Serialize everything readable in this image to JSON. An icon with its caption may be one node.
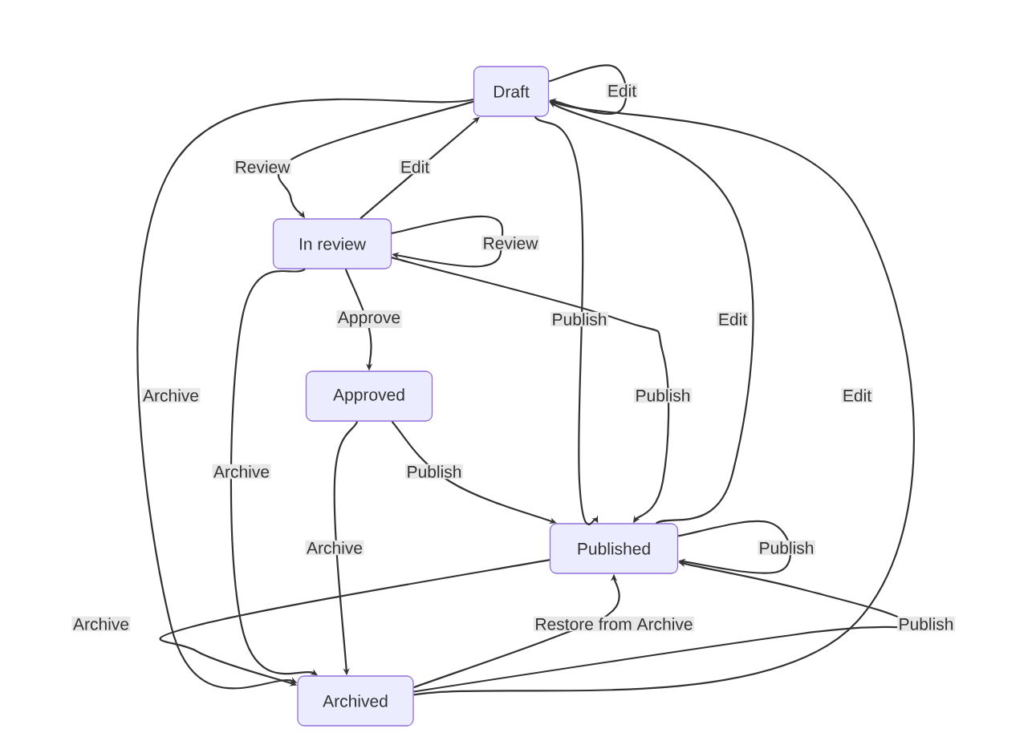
{
  "diagram": {
    "nodes": [
      {
        "text": [
          "Draft"
        ]
      },
      {
        "text": [
          "In review"
        ]
      },
      {
        "text": [
          "Approved"
        ]
      },
      {
        "text": [
          "Published"
        ]
      },
      {
        "text": [
          "Archived"
        ]
      }
    ],
    "edges": [
      {
        "from": 0,
        "to": 0,
        "arrow": "to",
        "label": "Edit"
      },
      {
        "from": 0,
        "to": 1,
        "arrow": "to",
        "label": "Review"
      },
      {
        "from": 1,
        "to": 0,
        "arrow": "to",
        "label": "Edit"
      },
      {
        "from": 1,
        "to": 1,
        "arrow": "to",
        "label": "Review"
      },
      {
        "from": 1,
        "to": 2,
        "arrow": "to",
        "label": "Approve"
      },
      {
        "from": 1,
        "to": 3,
        "arrow": "to",
        "label": "Publish"
      },
      {
        "from": 0,
        "to": 3,
        "arrow": "to",
        "label": "Publish"
      },
      {
        "from": 3,
        "to": 0,
        "arrow": "to",
        "label": "Edit"
      },
      {
        "from": 0,
        "to": 4,
        "arrow": "to",
        "label": "Archive"
      },
      {
        "from": 1,
        "to": 4,
        "arrow": "to",
        "label": "Archive"
      },
      {
        "from": 2,
        "to": 4,
        "arrow": "to",
        "label": "Archive"
      },
      {
        "from": 2,
        "to": 3,
        "arrow": "to",
        "label": "Publish"
      },
      {
        "from": 3,
        "to": 3,
        "arrow": "to",
        "label": "Publish"
      },
      {
        "from": 3,
        "to": 4,
        "arrow": "to",
        "label": "Archive"
      },
      {
        "from": 4,
        "to": 3,
        "arrow": "to",
        "label": "Restore from Archive"
      },
      {
        "from": 4,
        "to": 0,
        "arrow": "to",
        "label": "Edit"
      },
      {
        "from": 4,
        "to": 3,
        "arrow": "to",
        "label": "Publish"
      }
    ]
  }
}
